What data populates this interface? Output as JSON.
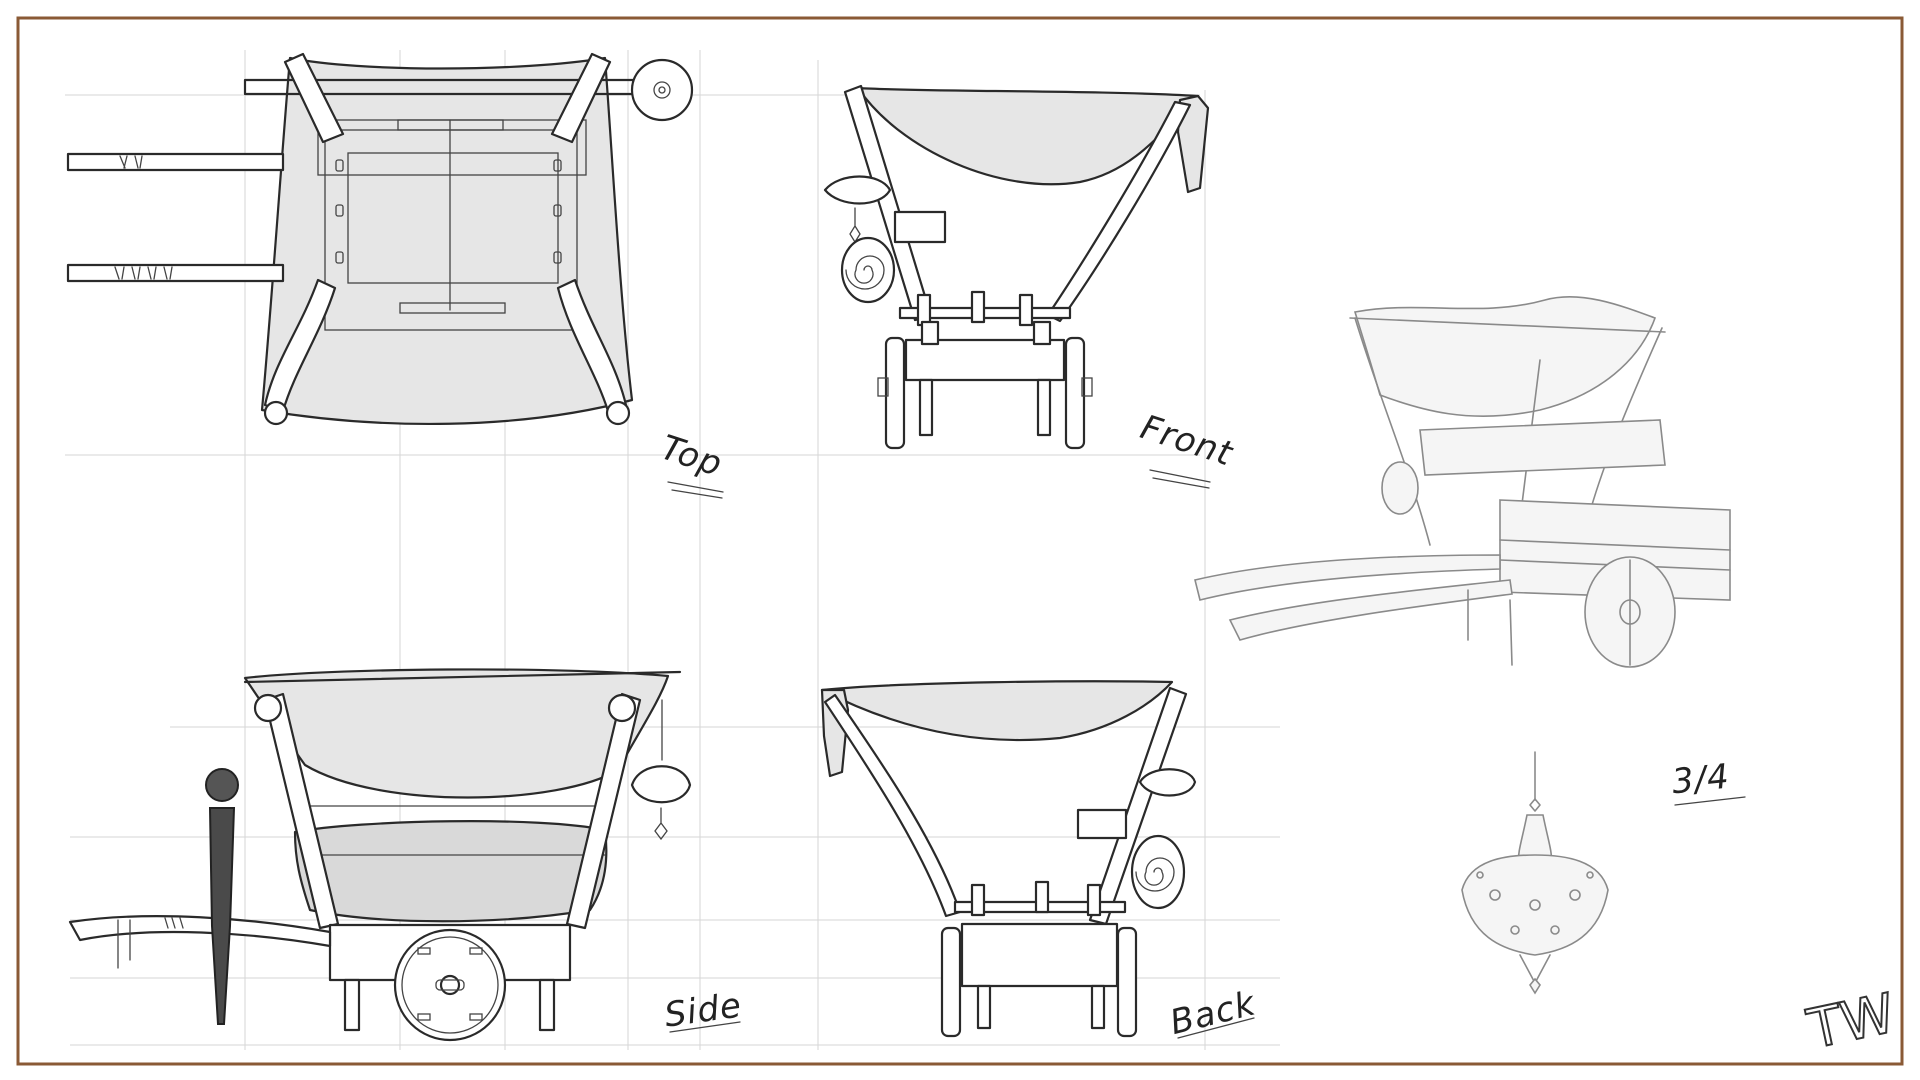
{
  "frame_color": "#8a5a35",
  "views": {
    "top": "Top",
    "front": "Front",
    "side": "Side",
    "back": "Back",
    "three_quarter": "3/4"
  },
  "signature": "TW"
}
